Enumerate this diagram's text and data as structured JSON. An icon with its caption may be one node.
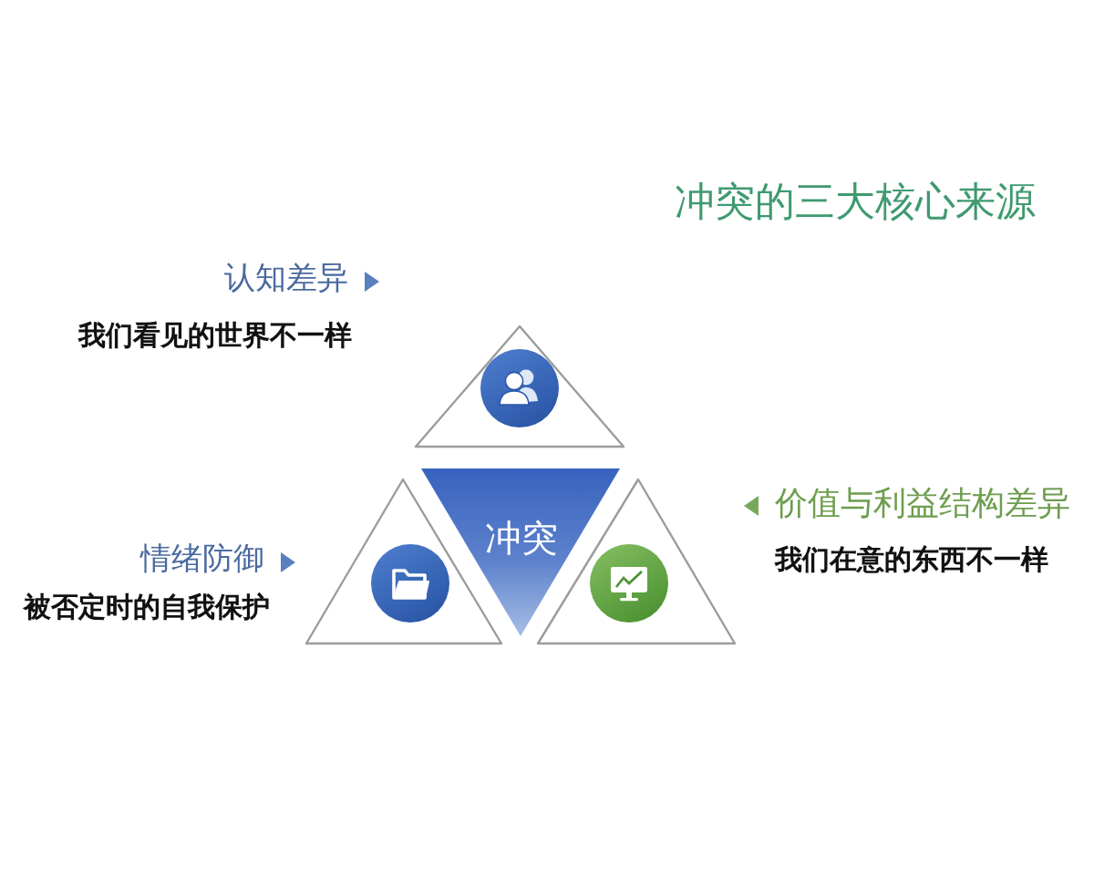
{
  "diagram": {
    "title": "冲突的三大核心来源",
    "nodes": [
      {
        "text": [],
        "shape": "triangle",
        "beside": [
          "认知差异",
          "我们看见的世界不一样"
        ]
      },
      {
        "text": [],
        "shape": "triangle",
        "beside": [
          "情绪防御",
          "被否定时的自我保护"
        ]
      },
      {
        "text": [
          "冲突"
        ]
      },
      {
        "text": [],
        "shape": "triangle",
        "beside": [
          "价值与利益结构差异",
          "我们在意的东西不一样"
        ]
      }
    ]
  }
}
